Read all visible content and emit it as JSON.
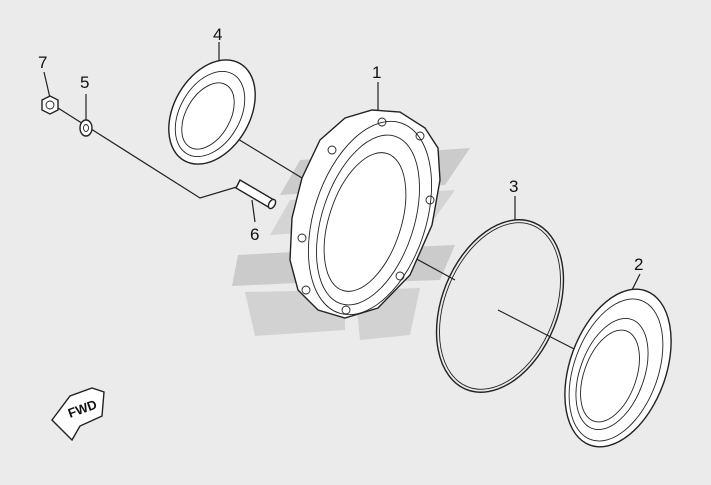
{
  "callouts": [
    {
      "id": "1",
      "label": "1"
    },
    {
      "id": "2",
      "label": "2"
    },
    {
      "id": "3",
      "label": "3"
    },
    {
      "id": "4",
      "label": "4"
    },
    {
      "id": "5",
      "label": "5"
    },
    {
      "id": "6",
      "label": "6"
    },
    {
      "id": "7",
      "label": "7"
    }
  ],
  "direction_badge": {
    "label": "FWD"
  },
  "colors": {
    "background": "#ebebeb",
    "line": "#222222",
    "watermark": "#c8c8c8",
    "watermark_light": "#e0e0e0"
  }
}
